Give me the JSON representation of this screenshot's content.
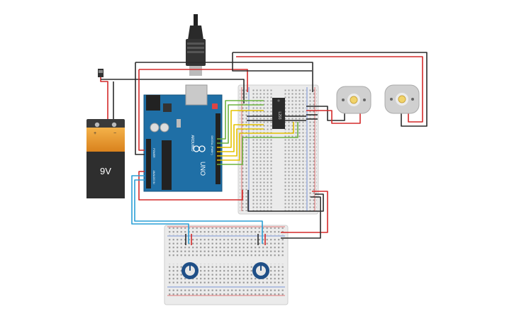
{
  "battery": {
    "voltage_label": "9V",
    "plus": "+",
    "minus": "−"
  },
  "arduino": {
    "brand": "ARDUINO",
    "model": "UNO",
    "digital_label": "DIGITAL (PWM~)",
    "power_label": "POWER",
    "analog_label": "ANALOG IN"
  },
  "driver_chip": {
    "label": "L293"
  },
  "colors": {
    "wire_red": "#d32a2a",
    "wire_black": "#2b2b2b",
    "wire_yellow": "#e4c200",
    "wire_green": "#6db33f",
    "wire_blue": "#2a9fd6",
    "arduino_board": "#1f6fa6",
    "breadboard": "#e9e9e9"
  },
  "icons": [
    "usb-plug-icon",
    "battery-icon",
    "power-switch-icon",
    "dc-motor-icon",
    "potentiometer-icon",
    "ic-chip-icon",
    "arduino-logo-icon"
  ]
}
